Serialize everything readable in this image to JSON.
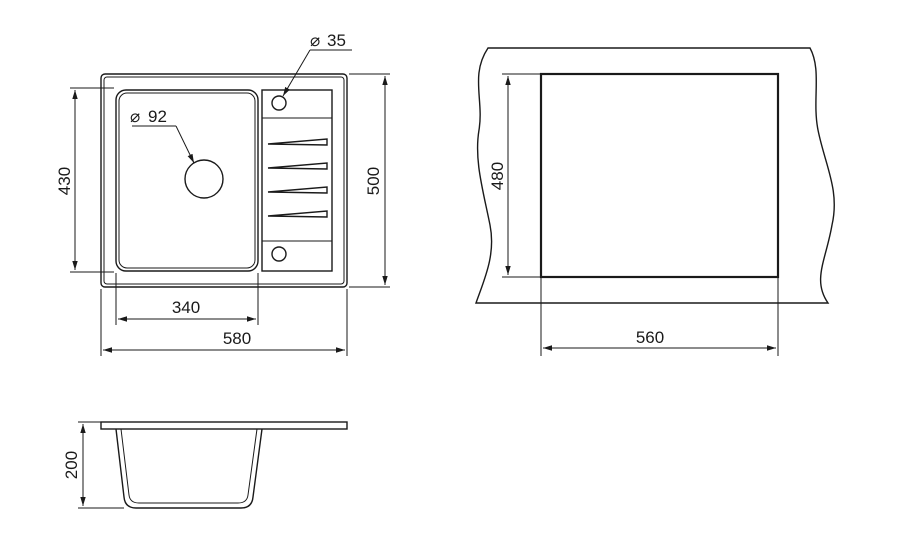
{
  "drawing": {
    "dims": {
      "width_total": "580",
      "bowl_width": "340",
      "height_total": "500",
      "bowl_height": "430",
      "drain_diameter": "92",
      "tap_hole_diameter": "35",
      "cutout_height": "480",
      "cutout_width": "560",
      "depth": "200"
    },
    "diameter_symbol": "⌀"
  }
}
